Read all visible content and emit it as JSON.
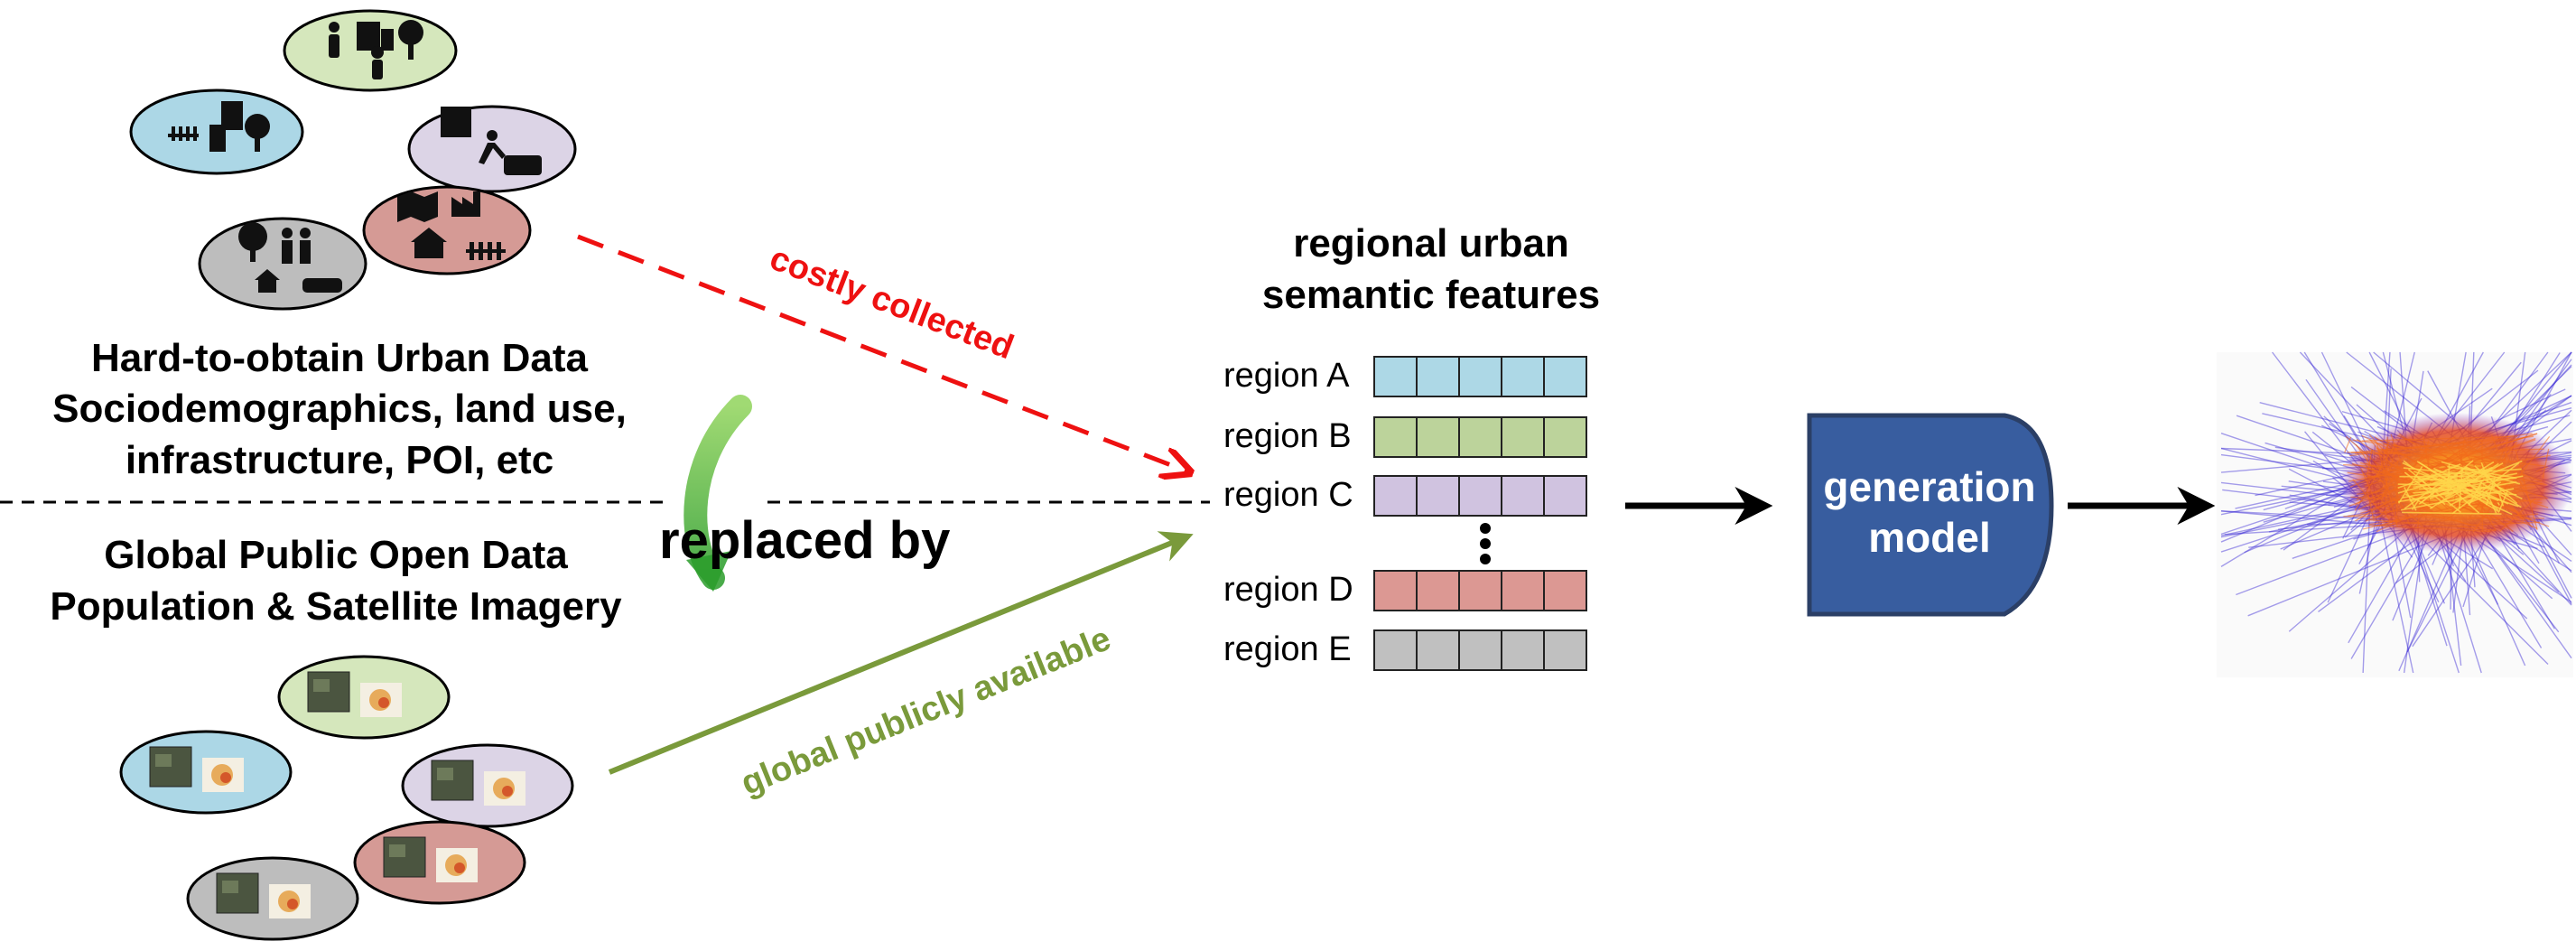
{
  "left_panel": {
    "hard_title": "Hard-to-obtain Urban Data",
    "hard_line2": "Sociodemographics, land use,",
    "hard_line3": "infrastructure, POI, etc",
    "replaced_label": "replaced by",
    "open_title": "Global Public Open Data",
    "open_line2": "Population & Satellite Imagery",
    "costly_label": "costly collected",
    "available_label": "global publicly available"
  },
  "features": {
    "title_line1": "regional urban",
    "title_line2": "semantic features",
    "regions": [
      {
        "label": "region A",
        "color": "#add8e6"
      },
      {
        "label": "region B",
        "color": "#bcd39b"
      },
      {
        "label": "region C",
        "color": "#d0c3e0"
      },
      {
        "label": "region D",
        "color": "#dc9893"
      },
      {
        "label": "region E",
        "color": "#c0c0c0"
      }
    ],
    "cells_per_row": 5
  },
  "model": {
    "line1": "generation",
    "line2": "model",
    "fill": "#385d9f",
    "stroke": "#2b3f66"
  },
  "colors": {
    "costly_arrow": "#ee1111",
    "available_arrow": "#7a9a3b",
    "flow_blue": "#3a2ad6",
    "flow_orange": "#f26a1b",
    "flow_yellow": "#ffd64a"
  },
  "icons": {
    "top_clusters": [
      "people-building-tree-icon-cluster",
      "group-building-tree-icon-cluster",
      "building-running-bus-icon-cluster",
      "map-factory-house-people-icon-cluster",
      "tree-couple-house-car-icon-cluster"
    ],
    "bottom_clusters": [
      "satellite-population-tile-cluster"
    ]
  }
}
